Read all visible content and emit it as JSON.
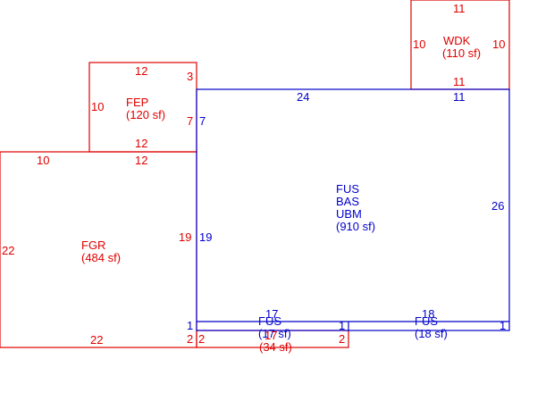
{
  "colors": {
    "red": "#e00000",
    "blue": "#0000cc",
    "background": "#ffffff"
  },
  "areas": {
    "wdk": {
      "name": "WDK",
      "area": "(110 sf)"
    },
    "fep": {
      "name": "FEP",
      "area": "(120 sf)"
    },
    "fgr": {
      "name": "FGR",
      "area": "(484 sf)"
    },
    "fus_main": {
      "line1": "FUS",
      "line2": "BAS",
      "line3": "UBM",
      "area": "(910 sf)"
    },
    "fus_small_left": {
      "name": "FUS",
      "area": "(17 sf)"
    },
    "small_red": {
      "area": "(34 sf)"
    },
    "fus_small_right": {
      "name": "FUS",
      "area": "(18 sf)"
    }
  },
  "dimensions": {
    "wdk_top": "11",
    "wdk_left": "10",
    "wdk_right": "10",
    "wdk_bottom": "11",
    "fep_top": "12",
    "fep_top_right": "3",
    "fep_left": "10",
    "fep_right": "7",
    "fep_bottom": "12",
    "fgr_top_left": "10",
    "fgr_top_right": "12",
    "fgr_left": "22",
    "fgr_right": "19",
    "fgr_bottom": "22",
    "fgr_bottom_right": "2",
    "main_top": "24",
    "main_top_right": "11",
    "main_left_top": "7",
    "main_left": "19",
    "main_right": "26",
    "small_left_top": "17",
    "small_left_left": "1",
    "small_left_right": "1",
    "small_right_top": "18",
    "small_right_right": "1",
    "red_strip_left": "2",
    "red_strip_right": "2",
    "red_strip_bottom": "17"
  }
}
